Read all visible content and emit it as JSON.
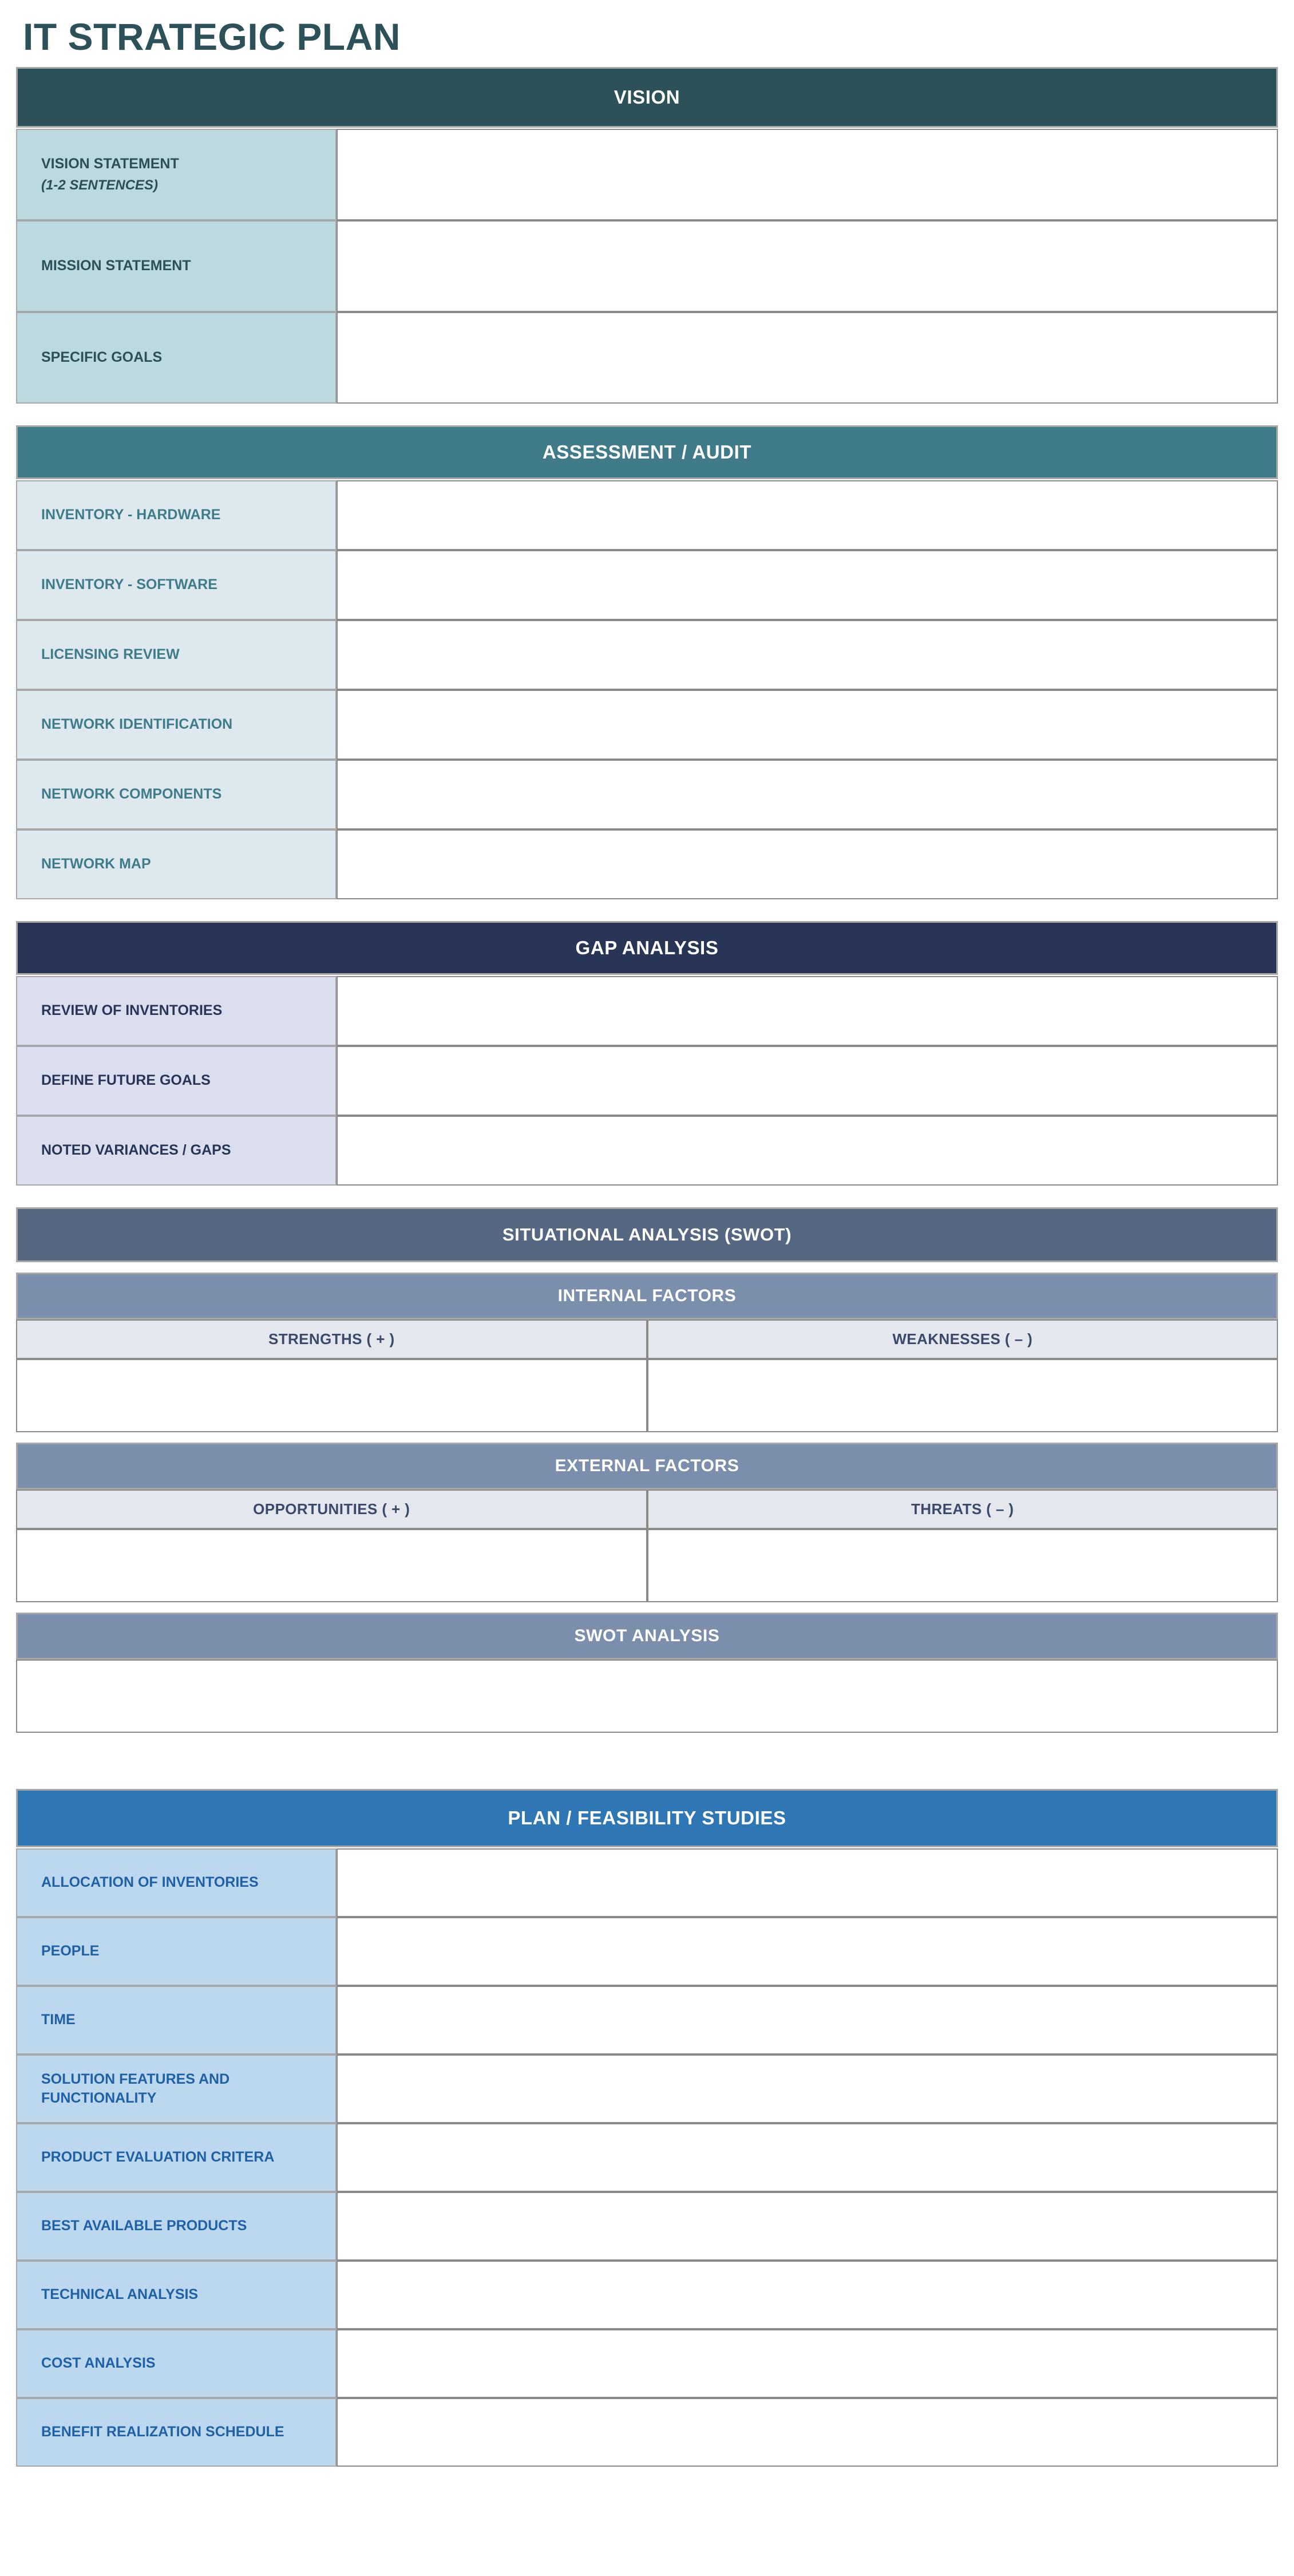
{
  "document": {
    "title": "IT STRATEGIC PLAN"
  },
  "colors": {
    "title_text": "#2d5158",
    "vision_header": "#2d5158",
    "vision_label_bg": "#bdd9e0",
    "assessment_header": "#3f7b89",
    "assessment_label_bg": "#dde9ef",
    "gap_header": "#283557",
    "gap_label_bg": "#dadeee",
    "swot_header": "#566782",
    "swot_sub_header": "#7b8eac",
    "swot_quad_header_bg": "#e4e7ed",
    "plan_header": "#2f76b5",
    "plan_label_bg": "#bcd8ef",
    "border": "#a8a8a8"
  },
  "sections": {
    "vision": {
      "header": "VISION",
      "rows": [
        {
          "label": "VISION STATEMENT",
          "note": "(1-2 SENTENCES)",
          "value": ""
        },
        {
          "label": "MISSION STATEMENT",
          "note": "",
          "value": ""
        },
        {
          "label": "SPECIFIC GOALS",
          "note": "",
          "value": ""
        }
      ]
    },
    "assessment": {
      "header": "ASSESSMENT / AUDIT",
      "rows": [
        {
          "label": "INVENTORY - HARDWARE",
          "value": ""
        },
        {
          "label": "INVENTORY - SOFTWARE",
          "value": ""
        },
        {
          "label": "LICENSING REVIEW",
          "value": ""
        },
        {
          "label": "NETWORK IDENTIFICATION",
          "value": ""
        },
        {
          "label": "NETWORK COMPONENTS",
          "value": ""
        },
        {
          "label": "NETWORK MAP",
          "value": ""
        }
      ]
    },
    "gap": {
      "header": "GAP ANALYSIS",
      "rows": [
        {
          "label": "REVIEW OF INVENTORIES",
          "value": ""
        },
        {
          "label": "DEFINE FUTURE GOALS",
          "value": ""
        },
        {
          "label": "NOTED VARIANCES / GAPS",
          "value": ""
        }
      ]
    },
    "swot": {
      "header": "SITUATIONAL ANALYSIS (SWOT)",
      "internal": {
        "header": "INTERNAL FACTORS",
        "left_header": "STRENGTHS ( + )",
        "right_header": "WEAKNESSES ( – )",
        "left_value": "",
        "right_value": ""
      },
      "external": {
        "header": "EXTERNAL FACTORS",
        "left_header": "OPPORTUNITIES ( + )",
        "right_header": "THREATS ( – )",
        "left_value": "",
        "right_value": ""
      },
      "summary": {
        "header": "SWOT ANALYSIS",
        "value": ""
      }
    },
    "plan": {
      "header": "PLAN / FEASIBILITY STUDIES",
      "rows": [
        {
          "label": "ALLOCATION OF INVENTORIES",
          "value": ""
        },
        {
          "label": "PEOPLE",
          "value": ""
        },
        {
          "label": "TIME",
          "value": ""
        },
        {
          "label": "SOLUTION FEATURES AND FUNCTIONALITY",
          "value": ""
        },
        {
          "label": "PRODUCT EVALUATION CRITERA",
          "value": ""
        },
        {
          "label": "BEST AVAILABLE PRODUCTS",
          "value": ""
        },
        {
          "label": "TECHNICAL ANALYSIS",
          "value": ""
        },
        {
          "label": "COST ANALYSIS",
          "value": ""
        },
        {
          "label": "BENEFIT REALIZATION SCHEDULE",
          "value": ""
        }
      ]
    }
  }
}
